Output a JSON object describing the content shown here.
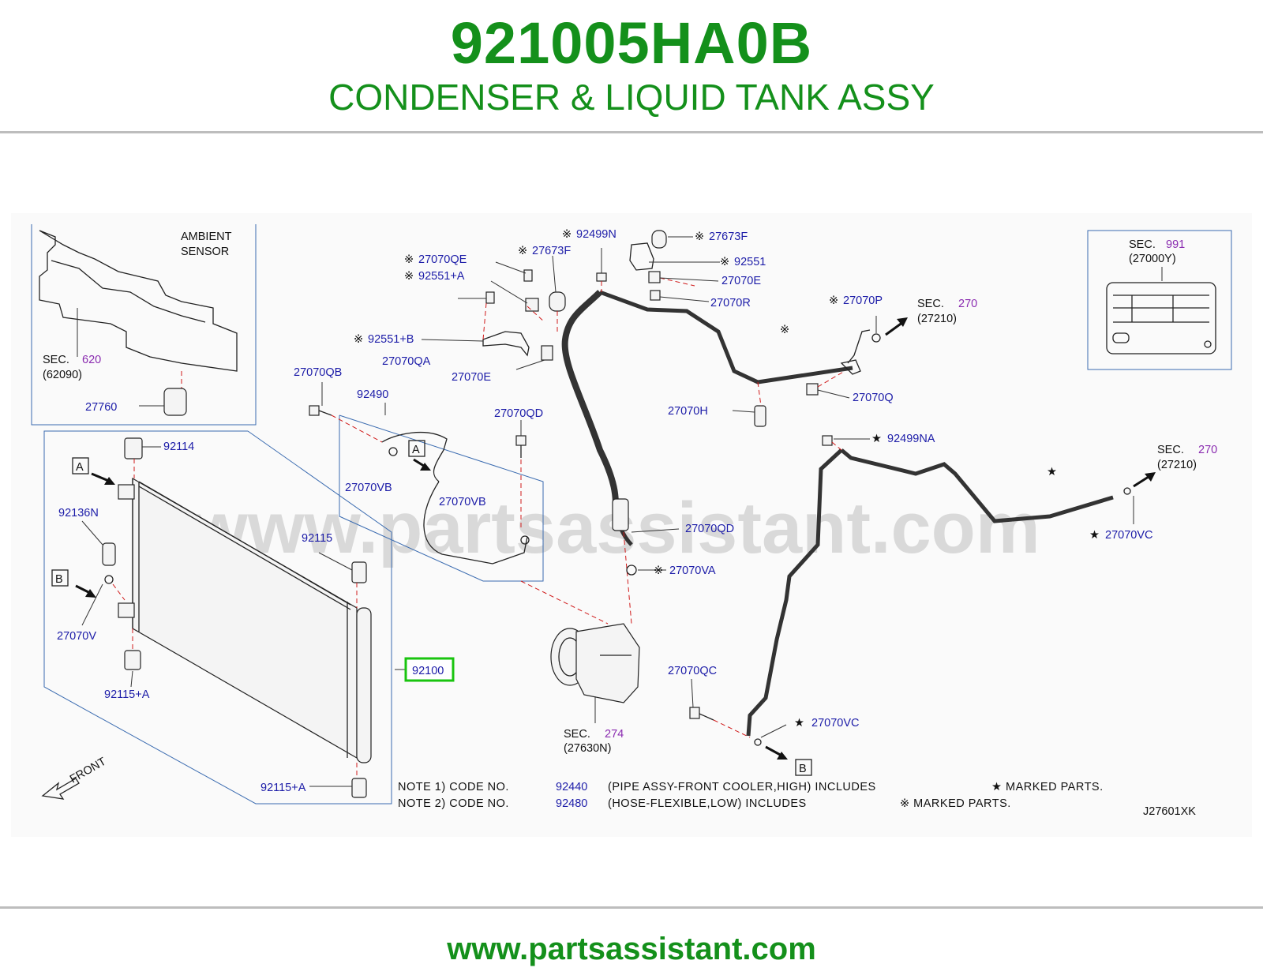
{
  "header": {
    "part_number": "921005HA0B",
    "part_name": "CONDENSER & LIQUID TANK ASSY"
  },
  "watermark": "www.partsassistant.com",
  "diagram": {
    "code": "J27601XK",
    "ambient_sensor_label": [
      "AMBIENT",
      "SENSOR"
    ],
    "front_label": "FRONT",
    "sec_prefix": "SEC.",
    "section_refs": [
      {
        "sec": "620",
        "sub": "(62090)"
      },
      {
        "sec": "991",
        "sub": "(27000Y)"
      },
      {
        "sec": "270",
        "sub": "(27210)"
      },
      {
        "sec": "270",
        "sub": "(27210)"
      },
      {
        "sec": "274",
        "sub": "(27630N)"
      }
    ],
    "callouts": {
      "a": "A",
      "b": "B"
    },
    "labels": [
      "27760",
      "92114",
      "92136N",
      "27070V",
      "92115+A",
      "92115+A",
      "92115",
      "92100",
      "27070QB",
      "92490",
      "27070VB",
      "27070VB",
      "27070QD",
      "27070QA",
      "27070E",
      "27070QD",
      "27070VA",
      "27070QC",
      "27070H",
      "27070Q",
      "27070P",
      "27070R",
      "27070E",
      "92551",
      "27673F",
      "92499N",
      "27673F",
      "27070QE",
      "92551+A",
      "92551+B",
      "92499NA",
      "27070VC",
      "27070VC"
    ],
    "highlighted_part": "92100",
    "notes": [
      {
        "prefix": "NOTE  1)  CODE  NO.",
        "code": "92440",
        "desc": "(PIPE  ASSY-FRONT  COOLER,HIGH)  INCLUDES",
        "marker": "★  MARKED  PARTS."
      },
      {
        "prefix": "NOTE  2)  CODE  NO.",
        "code": "92480",
        "desc": "(HOSE-FLEXIBLE,LOW)  INCLUDES",
        "marker": "※  MARKED  PARTS."
      }
    ],
    "colors": {
      "title_green": "#14901b",
      "label_blue": "#1c1ca8",
      "section_purple": "#8a2bb0",
      "leader_red": "#d01a1a",
      "highlight_green": "#19c40f"
    }
  },
  "footer": {
    "url": "www.partsassistant.com"
  }
}
